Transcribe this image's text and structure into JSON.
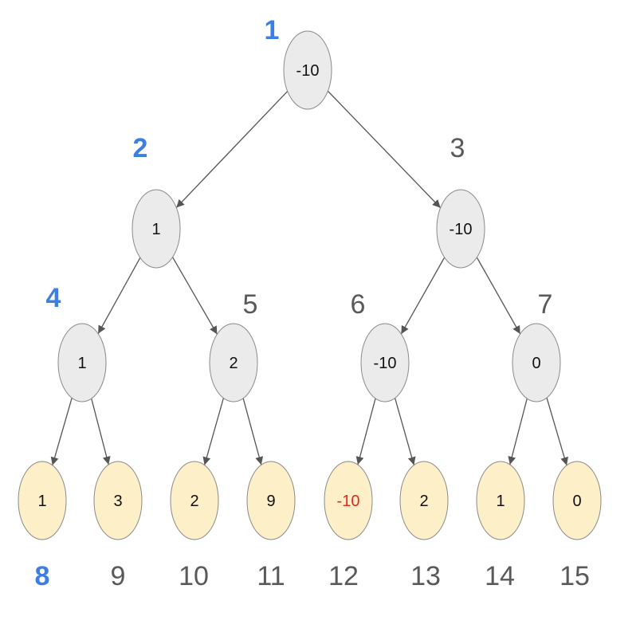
{
  "colors": {
    "internal_fill": "#ebebeb",
    "leaf_fill": "#fdefc8",
    "node_stroke": "#8a8a8a",
    "edge": "#555555",
    "value_text": "#111111",
    "value_highlight": "#e02b1f",
    "index_default": "#595959",
    "index_highlight": "#3b7fe4"
  },
  "nodes": [
    {
      "index": "1",
      "value": "-10",
      "leaf": false,
      "index_highlight": true,
      "value_highlight": false
    },
    {
      "index": "2",
      "value": "1",
      "leaf": false,
      "index_highlight": true,
      "value_highlight": false
    },
    {
      "index": "3",
      "value": "-10",
      "leaf": false,
      "index_highlight": false,
      "value_highlight": false
    },
    {
      "index": "4",
      "value": "1",
      "leaf": false,
      "index_highlight": true,
      "value_highlight": false
    },
    {
      "index": "5",
      "value": "2",
      "leaf": false,
      "index_highlight": false,
      "value_highlight": false
    },
    {
      "index": "6",
      "value": "-10",
      "leaf": false,
      "index_highlight": false,
      "value_highlight": false
    },
    {
      "index": "7",
      "value": "0",
      "leaf": false,
      "index_highlight": false,
      "value_highlight": false
    },
    {
      "index": "8",
      "value": "1",
      "leaf": true,
      "index_highlight": true,
      "value_highlight": false
    },
    {
      "index": "9",
      "value": "3",
      "leaf": true,
      "index_highlight": false,
      "value_highlight": false
    },
    {
      "index": "10",
      "value": "2",
      "leaf": true,
      "index_highlight": false,
      "value_highlight": false
    },
    {
      "index": "11",
      "value": "9",
      "leaf": true,
      "index_highlight": false,
      "value_highlight": false
    },
    {
      "index": "12",
      "value": "-10",
      "leaf": true,
      "index_highlight": false,
      "value_highlight": true
    },
    {
      "index": "13",
      "value": "2",
      "leaf": true,
      "index_highlight": false,
      "value_highlight": false
    },
    {
      "index": "14",
      "value": "1",
      "leaf": true,
      "index_highlight": false,
      "value_highlight": false
    },
    {
      "index": "15",
      "value": "0",
      "leaf": true,
      "index_highlight": false,
      "value_highlight": false
    }
  ]
}
